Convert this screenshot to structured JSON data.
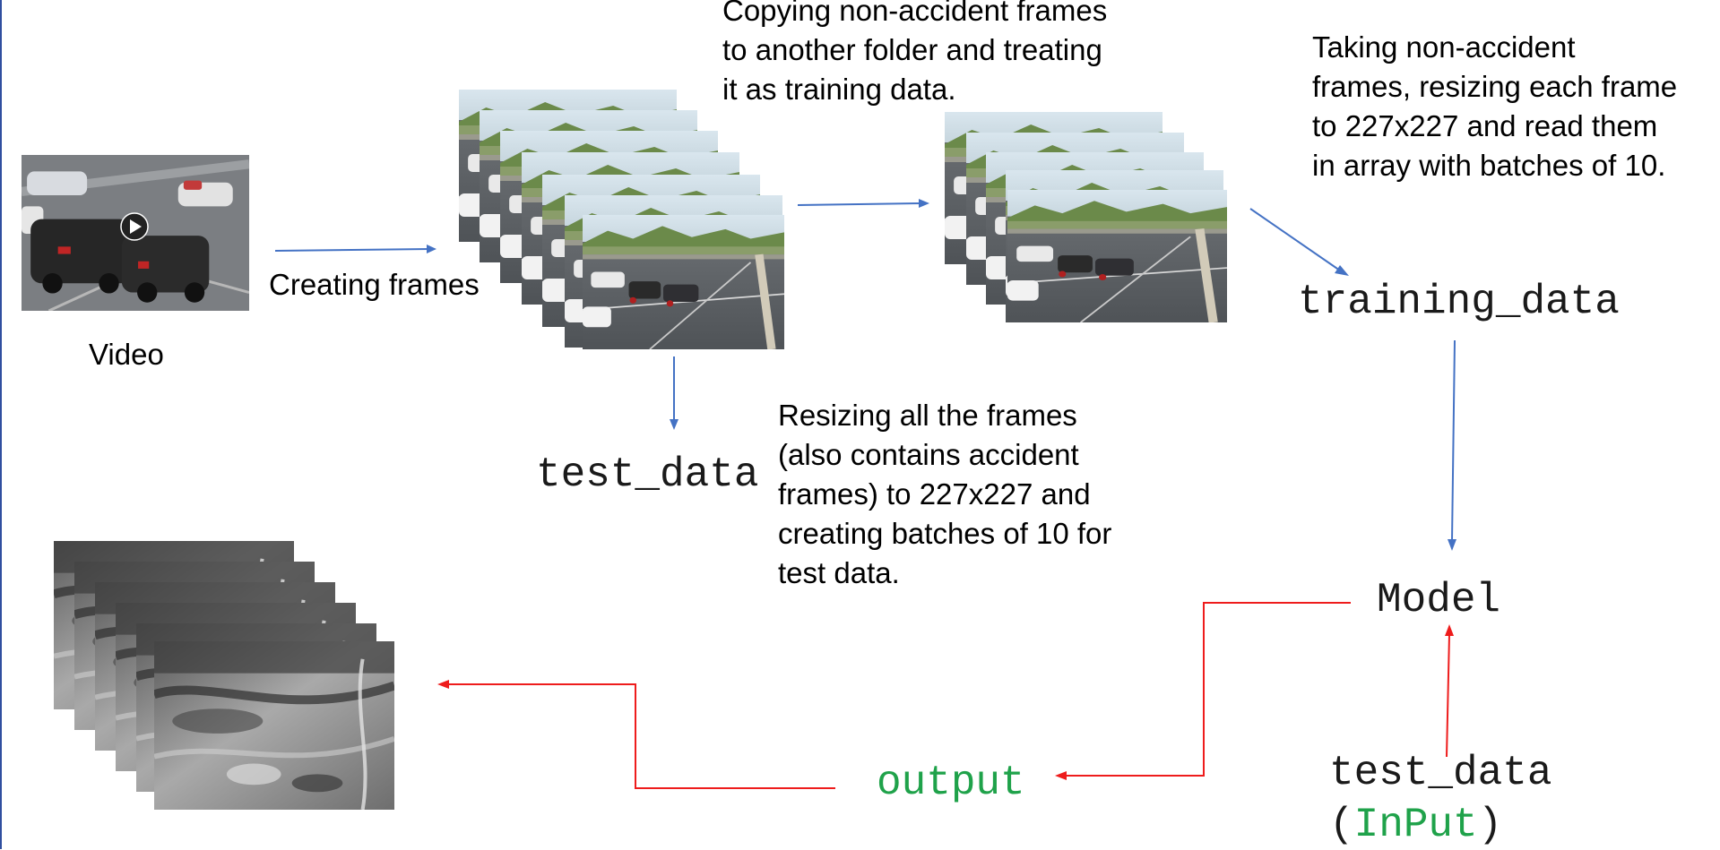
{
  "labels": {
    "video": "Video",
    "creating_frames": "Creating frames",
    "copying": [
      "Copying non-accident frames",
      "to another folder and treating",
      "it as training data."
    ],
    "taking": [
      "Taking non-accident",
      "frames, resizing each frame",
      "to 227x227 and read them",
      "in array with batches of 10."
    ],
    "resizing": [
      "Resizing all the frames",
      "(also contains accident",
      "frames) to 227x227 and",
      "creating batches of 10 for",
      "test data."
    ]
  },
  "code_labels": {
    "training_data": "training_data",
    "test_data_top": "test_data",
    "model": "Model",
    "test_data_bottom": "test_data",
    "input_open": "(",
    "input": "InPut",
    "input_close": ")",
    "output": "output"
  },
  "colors": {
    "blue_arrow": "#4472c4",
    "red_arrow": "#ee1c1c",
    "green_text": "#1fa24a",
    "border": "#2f4f9f"
  },
  "icons": {
    "video_play": "play-icon"
  }
}
